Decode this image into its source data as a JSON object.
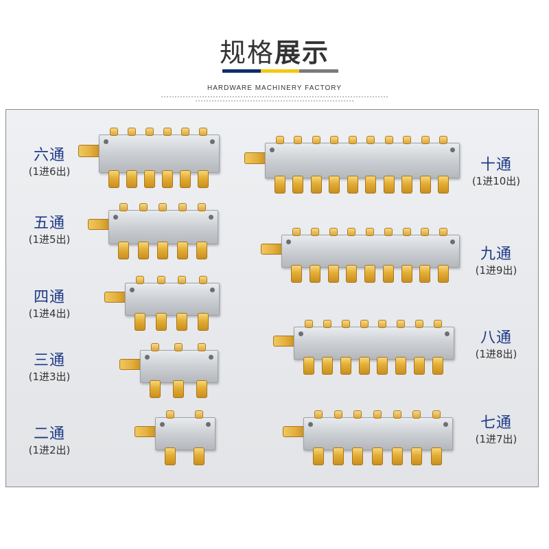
{
  "header": {
    "title_light": "规格",
    "title_bold": "展示",
    "subtitle": "HARDWARE MACHINERY FACTORY",
    "bar_colors": [
      "#0e2d6b",
      "#f2c811",
      "#7a7a7a"
    ]
  },
  "colors": {
    "label_name": "#1f3a86",
    "brass": "#e2ad35",
    "aluminum": "#c9ccd0"
  },
  "products": [
    {
      "name": "六通",
      "spec": "(1进6出)",
      "outlets": 6
    },
    {
      "name": "五通",
      "spec": "(1进5出)",
      "outlets": 5
    },
    {
      "name": "四通",
      "spec": "(1进4出)",
      "outlets": 4
    },
    {
      "name": "三通",
      "spec": "(1进3出)",
      "outlets": 3
    },
    {
      "name": "二通",
      "spec": "(1进2出)",
      "outlets": 2
    },
    {
      "name": "十通",
      "spec": "(1进10出)",
      "outlets": 10
    },
    {
      "name": "九通",
      "spec": "(1进9出)",
      "outlets": 9
    },
    {
      "name": "八通",
      "spec": "(1进8出)",
      "outlets": 8
    },
    {
      "name": "七通",
      "spec": "(1进7出)",
      "outlets": 7
    }
  ]
}
